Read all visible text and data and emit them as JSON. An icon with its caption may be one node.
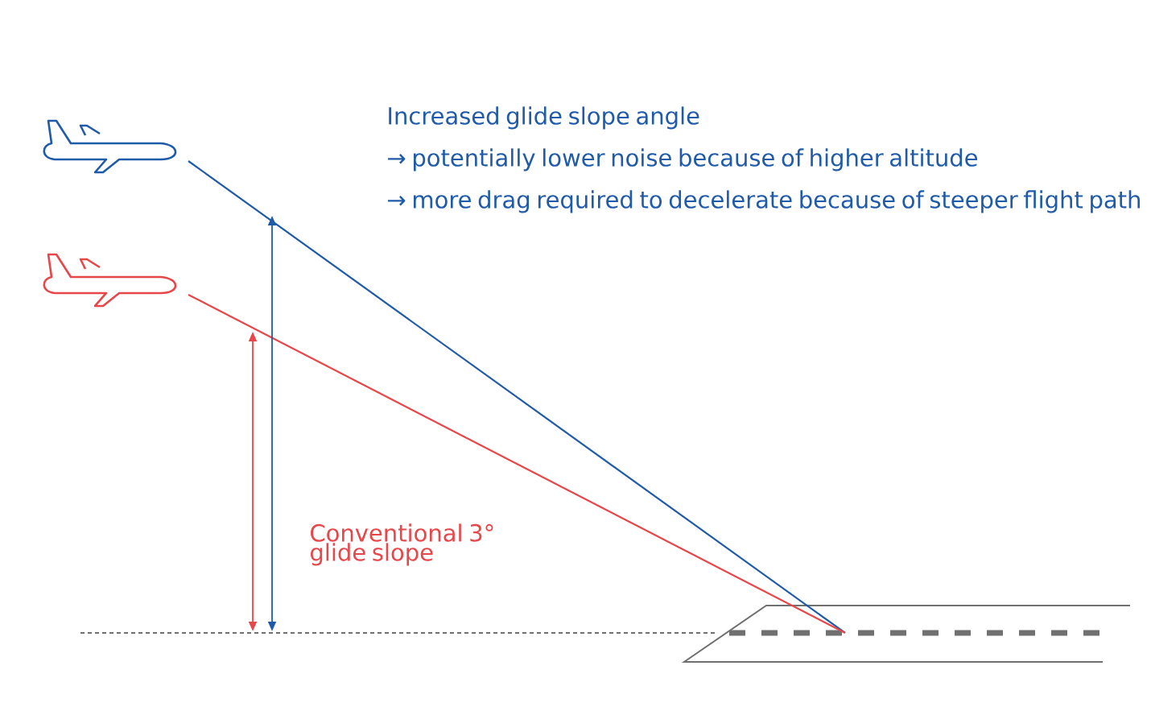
{
  "diagram": {
    "labels": [
      "Increased glide slope angle",
      "→ potentially lower noise because of higher altitude",
      "→ more drag required to decelerate because of steeper flight path",
      "Conventional 3° glide slope"
    ]
  }
}
